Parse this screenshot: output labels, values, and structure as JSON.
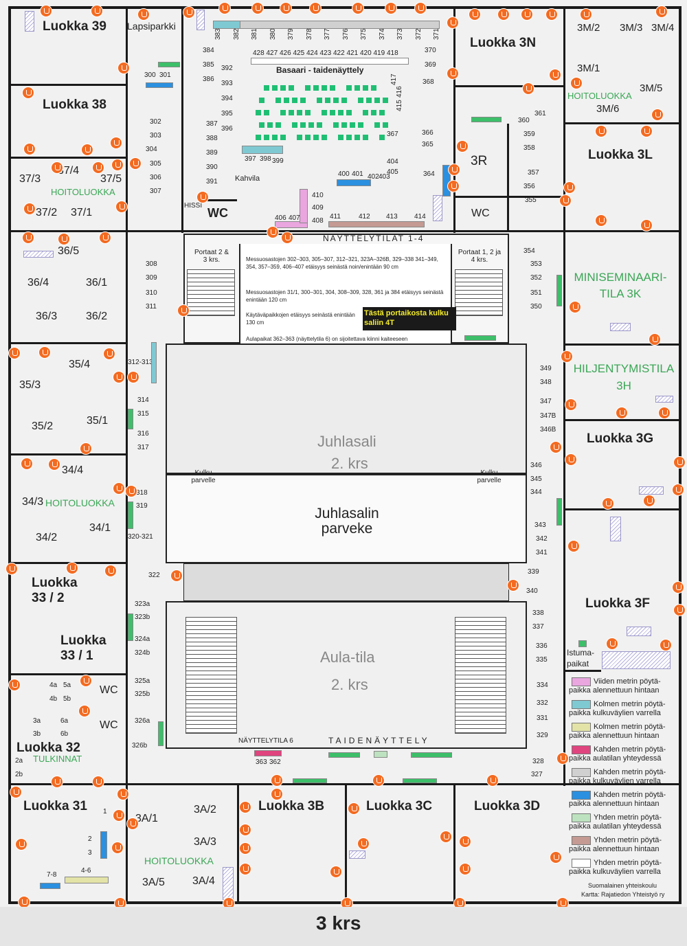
{
  "floor_label": "3 krs",
  "colors": {
    "outlet": "#f36b21",
    "green_label": "#3aa655",
    "wall": "#1a1a1a"
  },
  "rooms": {
    "l39": "Luokka 39",
    "lapsiparkki": "Lapsiparkki",
    "l38": "Luokka 38",
    "r37_4": "37/4",
    "r37_3": "37/3",
    "r37_5": "37/5",
    "hoito_37": "HOITOLUOKKA",
    "r37_2": "37/2",
    "r37_1": "37/1",
    "r36_5": "36/5",
    "r36_4": "36/4",
    "r36_1": "36/1",
    "r36_3": "36/3",
    "r36_2": "36/2",
    "r35_4": "35/4",
    "r35_3": "35/3",
    "r35_2": "35/2",
    "r35_1": "35/1",
    "r34_4": "34/4",
    "r34_3": "34/3",
    "hoito_34": "HOITOLUOKKA",
    "r34_2": "34/2",
    "r34_1": "34/1",
    "l33_2": "Luokka 33 / 2",
    "l33_1": "Luokka 33 / 1",
    "l32": "Luokka 32",
    "tulkinnat": "TULKINNAT",
    "l31": "Luokka 31",
    "r3a1": "3A/1",
    "r3a2": "3A/2",
    "r3a3": "3A/3",
    "hoito_3a": "HOITOLUOKKA",
    "r3a5": "3A/5",
    "r3a4": "3A/4",
    "l3b": "Luokka 3B",
    "l3c": "Luokka 3C",
    "l3d": "Luokka 3D",
    "l3f": "Luokka 3F",
    "istuma": "Istuma-paikat",
    "l3g": "Luokka 3G",
    "hiljentymis": "HILJENTYMISTILA 3H",
    "miniseminaari": "MINISEMINAARI-TILA 3K",
    "l3l": "Luokka 3L",
    "r3r": "3R",
    "l3n": "Luokka 3N",
    "r3m2": "3M/2",
    "r3m3": "3M/3",
    "r3m4": "3M/4",
    "r3m1": "3M/1",
    "r3m5": "3M/5",
    "hoito_3m": "HOITOLUOKKA",
    "r3m6": "3M/6",
    "basaari": "Basaari - taidenäyttely",
    "kahvila": "Kahvila",
    "hissi": "HISSI",
    "wc": "WC",
    "nayttelytilat": "NÄYTTELYTILAT 1-4",
    "portaat_left": "Portaat 2 & 3 krs.",
    "portaat_right": "Portaat 1, 2 ja 4 krs.",
    "juhlasali": "Juhlasali",
    "juhlasali_floor": "2. krs",
    "kulku_parvelle": "Kulku parvelle",
    "parveke": "Juhlasalin parveke",
    "aula": "Aula-tila",
    "aula_floor": "2. krs",
    "nayttelytila6": "NÄYTTELYTILA 6",
    "taidenayttely": "TAIDENÄYTTELY",
    "nayttelytila_vert": "NÄYTTELYTILA"
  },
  "notes": {
    "n1": "Messuosastojen 302–303, 305–307, 312–321, 323A–326B, 329–338 341–349, 354, 357–359, 406–407 etäisyys seinästä noin/enintään 90 cm",
    "n2": "Messuosastojen 31/1, 300–301, 304, 308–309, 328, 361 ja 384 etäisyys seinästä enintään 120 cm",
    "n3": "Käytäväpaikkojen etäisyys seinästä enintään 130 cm",
    "n4": "Aulapaikat 362–363 (näyttelytila 6) on sijoitettava kiinni kaiteeseen",
    "callout": "Tästä portaikosta kulku saliin 4T"
  },
  "stand_numbers": {
    "top_row": [
      "383",
      "382",
      "381",
      "380",
      "379",
      "378",
      "377",
      "376",
      "375",
      "374",
      "373",
      "372",
      "371"
    ],
    "basaari_row": [
      "428",
      "427",
      "426",
      "425",
      "424",
      "423",
      "422",
      "421",
      "420",
      "419",
      "418"
    ],
    "left_col_a": [
      "384",
      "385",
      "386"
    ],
    "left_col_b": [
      "392",
      "393",
      "394",
      "395",
      "396"
    ],
    "left_col_c": [
      "387",
      "388",
      "389",
      "390",
      "391"
    ],
    "mid_misc": [
      "397",
      "398",
      "399",
      "400",
      "401",
      "402",
      "403",
      "404",
      "405",
      "367",
      "366",
      "365",
      "364",
      "370",
      "369",
      "368",
      "417",
      "416",
      "415"
    ],
    "bottom_row": [
      "410",
      "409",
      "408",
      "406",
      "407",
      "411",
      "412",
      "413",
      "414"
    ],
    "west_corridor": [
      "300",
      "301",
      "302",
      "303",
      "304",
      "305",
      "306",
      "307",
      "308",
      "309",
      "310",
      "311",
      "312-313",
      "314",
      "315",
      "316",
      "317",
      "318",
      "319",
      "320-321",
      "322",
      "323a",
      "323b",
      "324a",
      "324b",
      "325a",
      "325b",
      "326a",
      "326b"
    ],
    "east_corridor": [
      "354",
      "353",
      "352",
      "351",
      "350",
      "349",
      "348",
      "347",
      "347B",
      "346B",
      "346",
      "345",
      "344",
      "343",
      "342",
      "341",
      "339",
      "340",
      "338",
      "337",
      "336",
      "335",
      "334",
      "332",
      "331",
      "329",
      "328",
      "327",
      "360",
      "361",
      "359",
      "358",
      "357",
      "356",
      "355"
    ],
    "aula": [
      "363",
      "362"
    ],
    "l32_stands": [
      "4a",
      "5a",
      "4b",
      "5b",
      "3a",
      "6a",
      "3b",
      "6b",
      "2a",
      "2b"
    ],
    "l31_stands": [
      "1",
      "2",
      "3",
      "7-8",
      "4-6"
    ]
  },
  "legend": [
    {
      "color": "#e9a6df",
      "text": "Viiden metrin pöytä-paikka alennettuun hintaan"
    },
    {
      "color": "#7fc9d3",
      "text": "Kolmen metrin pöytä-paikka kulkuväylien varrella"
    },
    {
      "color": "#e3e3a8",
      "text": "Kolmen metrin pöytä-paikka alennettuun hintaan"
    },
    {
      "color": "#e0457f",
      "text": "Kahden metrin pöytä-paikka aulatilan yhteydessä"
    },
    {
      "color": "#d0d0d0",
      "text": "Kahden metrin pöytä-paikka kulkuväylien varrella"
    },
    {
      "color": "#2b90e0",
      "text": "Kahden metrin pöytä-paikka alennettuun hintaan"
    },
    {
      "color": "#bde2bf",
      "text": "Yhden metrin pöytä-paikka aulatilan yhteydessä"
    },
    {
      "color": "#c49a93",
      "text": "Yhden metrin pöytä-paikka alennettuun hintaan"
    },
    {
      "color": "#ffffff",
      "text": "Yhden metrin pöytä-paikka kulkuväylien varrella"
    }
  ],
  "credits": {
    "school": "Suomalainen yhteiskoulu",
    "map": "Kartta: Rajatiedon Yhteistyö ry"
  }
}
